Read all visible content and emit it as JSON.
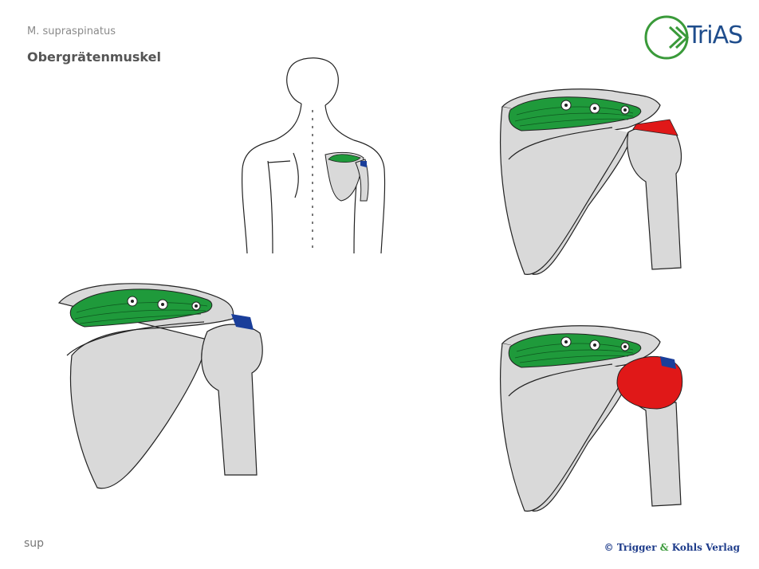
{
  "header": {
    "subtitle": "M. supraspinatus",
    "title": "Obergrätenmuskel"
  },
  "logo": {
    "text": "TriAS",
    "icon": "trias-chevron-logo",
    "ring_color": "#3a9a3a",
    "text_color": "#1f4d8c"
  },
  "footer": {
    "code": "sup",
    "copyright_prefix": "© Trigger ",
    "copyright_amp": "&",
    "copyright_suffix": " Kohls Verlag"
  },
  "colors": {
    "muscle": "#1f9a3b",
    "bone": "#d9d9d9",
    "pain_zone": "#e01818",
    "tendon": "#1a3e9a",
    "outline": "#222222"
  }
}
